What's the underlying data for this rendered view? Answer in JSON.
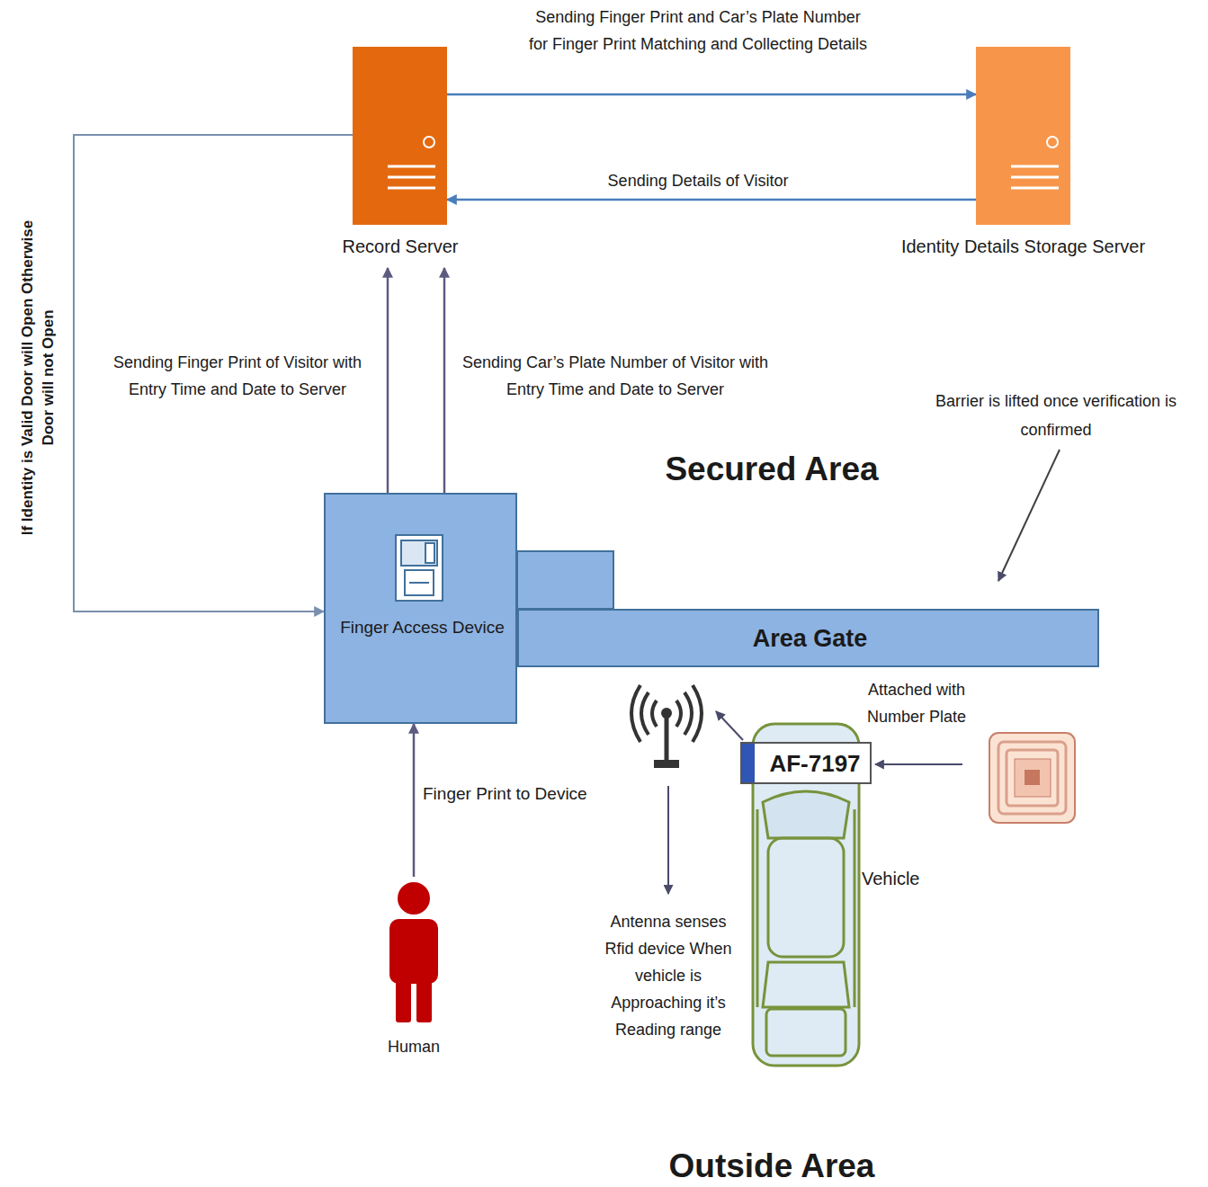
{
  "diagram": {
    "nodes": [
      {
        "text": [
          "Record Server"
        ]
      },
      {
        "text": [
          "Identity Details Storage Server"
        ]
      },
      {
        "text": [
          "Finger Access Device"
        ]
      },
      {
        "text": [
          "Area Gate"
        ]
      },
      {
        "text": [
          "Human"
        ]
      },
      {
        "text": [
          "Vehicle"
        ]
      },
      {
        "text": [
          "AF-7197"
        ],
        "in": 5
      }
    ],
    "edges": [
      {
        "from": 0,
        "to": 1,
        "arrow": "to",
        "label": "Sending Finger Print and Car’s Plate Number for Finger Print Matching and Collecting Details"
      },
      {
        "from": 1,
        "to": 0,
        "arrow": "to",
        "label": "Sending Details of Visitor"
      },
      {
        "from": 2,
        "to": 0,
        "arrow": "to",
        "label": "Sending Finger Print of Visitor with Entry Time and Date to Server"
      },
      {
        "from": 2,
        "to": 0,
        "arrow": "to",
        "label": "Sending Car’s Plate Number of Visitor with Entry Time and Date to Server"
      },
      {
        "from": 0,
        "to": 2,
        "arrow": "to",
        "label": "If Identity is Valid Door will Open Otherwise Door will not Open"
      },
      {
        "from": 4,
        "to": 2,
        "arrow": "to",
        "label": "Finger Print to Device"
      }
    ],
    "labels": [
      "Secured Area",
      "Barrier is lifted once verification is confirmed",
      "Attached with Number Plate",
      "Antenna senses Rfid device When vehicle is Approaching it’s Reading range",
      "Outside Area"
    ]
  }
}
